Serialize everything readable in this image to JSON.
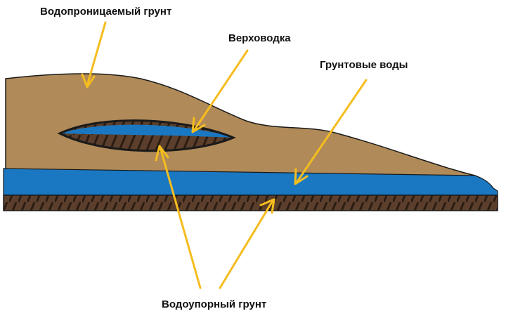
{
  "labels": {
    "permeable_soil": "Водопроницаемый грунт",
    "perched_water": "Верховодка",
    "groundwater": "Грунтовые воды",
    "impermeable_soil": "Водоупорный грунт"
  },
  "colors": {
    "permeable_soil": "#b08a58",
    "water": "#1a78c2",
    "impermeable_soil": "#5b3f2c",
    "hatch": "#2b1c12",
    "arrow": "#f5bd1f",
    "outline": "#1a1a1a"
  }
}
